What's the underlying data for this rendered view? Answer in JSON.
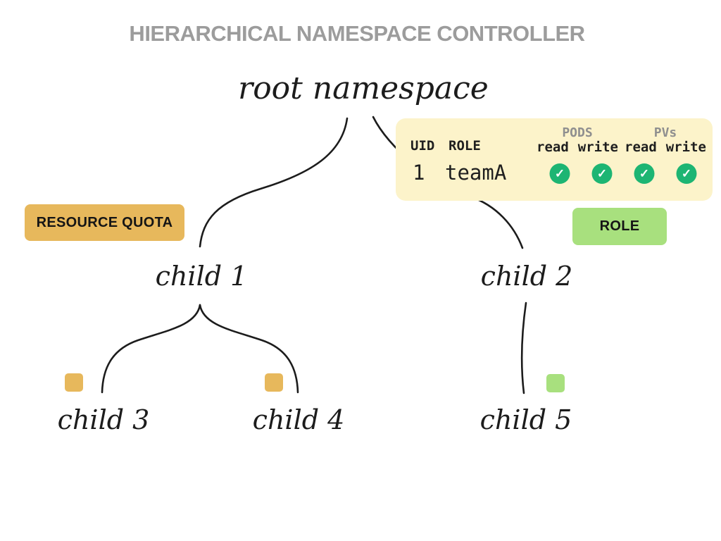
{
  "title": "HIERARCHICAL NAMESPACE CONTROLLER",
  "tree": {
    "root": "root namespace",
    "children": {
      "c1": "child 1",
      "c2": "child 2",
      "c3": "child 3",
      "c4": "child 4",
      "c5": "child 5"
    }
  },
  "badges": {
    "resource_quota": "RESOURCE QUOTA",
    "role": "ROLE"
  },
  "permissions_table": {
    "columns": {
      "uid": "UID",
      "role": "ROLE"
    },
    "groups": {
      "pods": "PODS",
      "pvs": "PVs",
      "read": "read",
      "write": "write"
    },
    "row": {
      "uid": "1",
      "role": "teamA",
      "pods_read": true,
      "pods_write": true,
      "pvs_read": true,
      "pvs_write": true
    },
    "check_icon": "✓"
  },
  "colors": {
    "quota_orange": "#e7b85c",
    "role_green": "#a8e07e",
    "panel_yellow": "#fcf3ca",
    "check_green": "#1db573",
    "title_gray": "#9c9c9c",
    "line_black": "#1c1c1c"
  }
}
